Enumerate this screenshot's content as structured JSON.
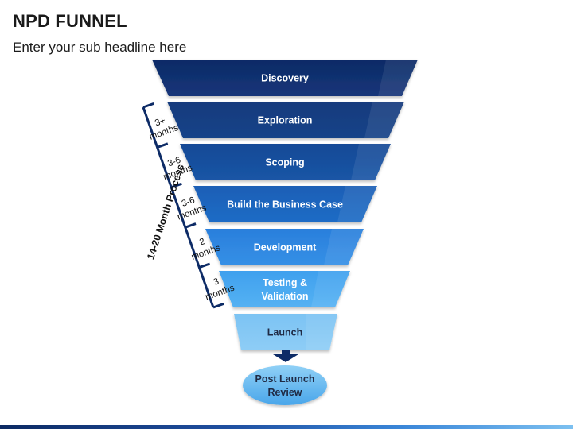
{
  "title": "NPD FUNNEL",
  "subtitle": "Enter your sub headline here",
  "process_label": "14-20 Month Process",
  "stages": [
    {
      "label": "Discovery",
      "color_top": "#0d2b66",
      "color_bottom": "#15357a"
    },
    {
      "label": "Exploration",
      "color_top": "#123a7d",
      "color_bottom": "#174489"
    },
    {
      "label": "Scoping",
      "color_top": "#164a96",
      "color_bottom": "#1a55a6"
    },
    {
      "label": "Build the Business Case",
      "color_top": "#1a5fb6",
      "color_bottom": "#1f6cc6"
    },
    {
      "label": "Development",
      "color_top": "#2a7fdc",
      "color_bottom": "#3590e6"
    },
    {
      "label": "Testing & Validation",
      "lines": [
        "Testing &",
        "Validation"
      ],
      "color_top": "#3fa0ee",
      "color_bottom": "#55b2f3"
    },
    {
      "label": "Launch",
      "color_top": "#7cc3f3",
      "color_bottom": "#8ecdf6"
    }
  ],
  "durations": [
    {
      "value": "3+",
      "unit": "months"
    },
    {
      "value": "3-6",
      "unit": "months"
    },
    {
      "value": "3-6",
      "unit": "months"
    },
    {
      "value": "2",
      "unit": "months"
    },
    {
      "value": "3",
      "unit": "months"
    }
  ],
  "final_step": {
    "label": "Post Launch Review",
    "lines": [
      "Post Launch",
      "Review"
    ]
  },
  "colors": {
    "bracket": "#0d2b66",
    "arrow": "#0d2b66",
    "final_fill": "#5fb3ef"
  }
}
